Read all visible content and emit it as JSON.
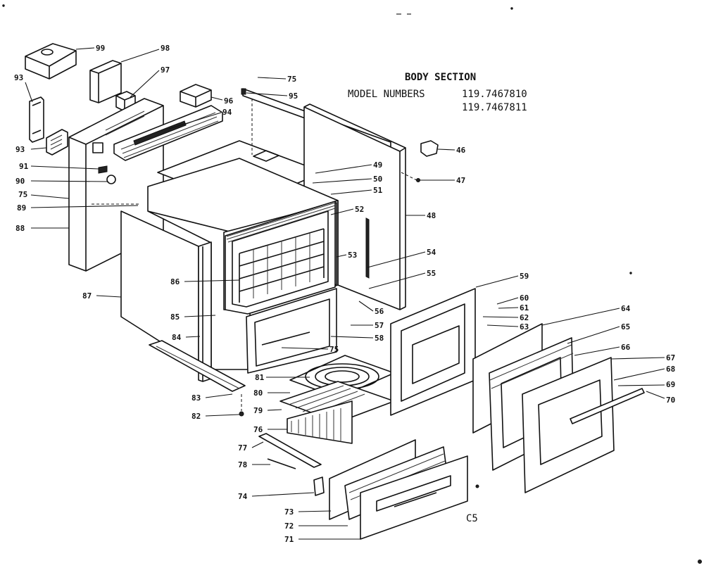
{
  "header": {
    "title": "BODY SECTION",
    "model_label": "MODEL NUMBERS",
    "models": [
      "119.7467810",
      "119.7467811"
    ]
  },
  "footer": {
    "code": "C5"
  },
  "callouts": [
    "99",
    "98",
    "97",
    "96",
    "95",
    "94",
    "93",
    "93",
    "91",
    "90",
    "89",
    "88",
    "87",
    "86",
    "85",
    "84",
    "83",
    "82",
    "81",
    "80",
    "79",
    "78",
    "77",
    "76",
    "75",
    "75",
    "75",
    "74",
    "73",
    "72",
    "71",
    "70",
    "69",
    "68",
    "67",
    "66",
    "65",
    "64",
    "63",
    "62",
    "61",
    "60",
    "59",
    "58",
    "57",
    "56",
    "55",
    "54",
    "53",
    "52",
    "51",
    "50",
    "49",
    "48",
    "47",
    "46"
  ]
}
